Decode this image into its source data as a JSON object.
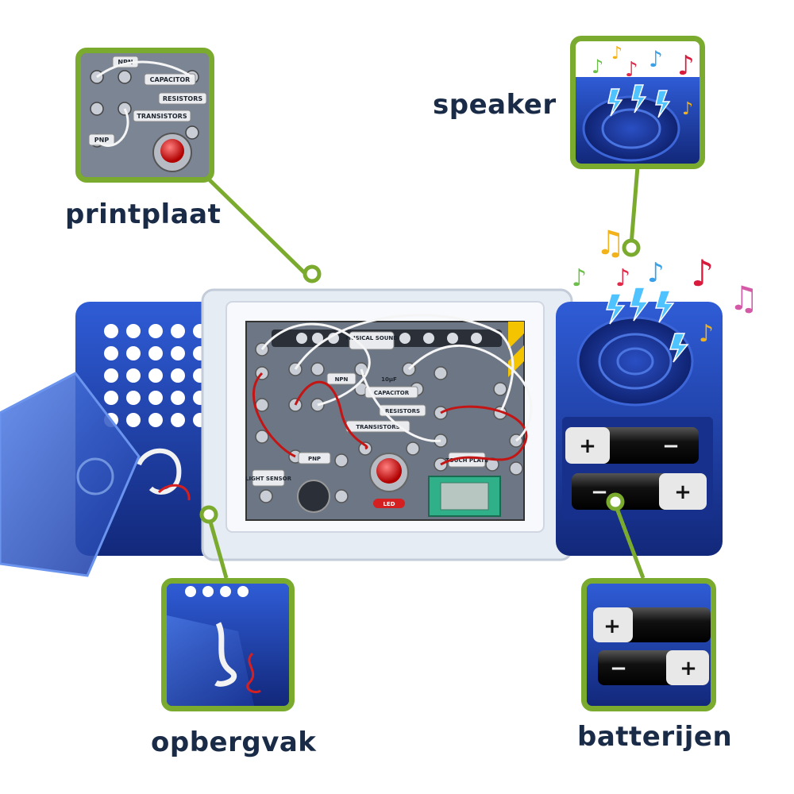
{
  "labels": {
    "printplaat": "printplaat",
    "speaker": "speaker",
    "opbergvak": "opbergvak",
    "batterijen": "batterijen"
  },
  "board": {
    "musical_sound": "MUSICAL SOUND",
    "npn": "NPN",
    "pnp": "PNP",
    "capacitor": "CAPACITOR",
    "resistors": "RESISTORS",
    "transistors": "TRANSISTORS",
    "touch_plate": "TOUCH PLATE",
    "light_sensor": "LIGHT SENSOR",
    "led": "LED",
    "cap_value": "10μF"
  },
  "battery": {
    "plus": "+",
    "minus": "−"
  },
  "colors": {
    "accent_green": "#7bab2e",
    "label_navy": "#1a2b47",
    "case_blue": "#1e3fa8"
  }
}
